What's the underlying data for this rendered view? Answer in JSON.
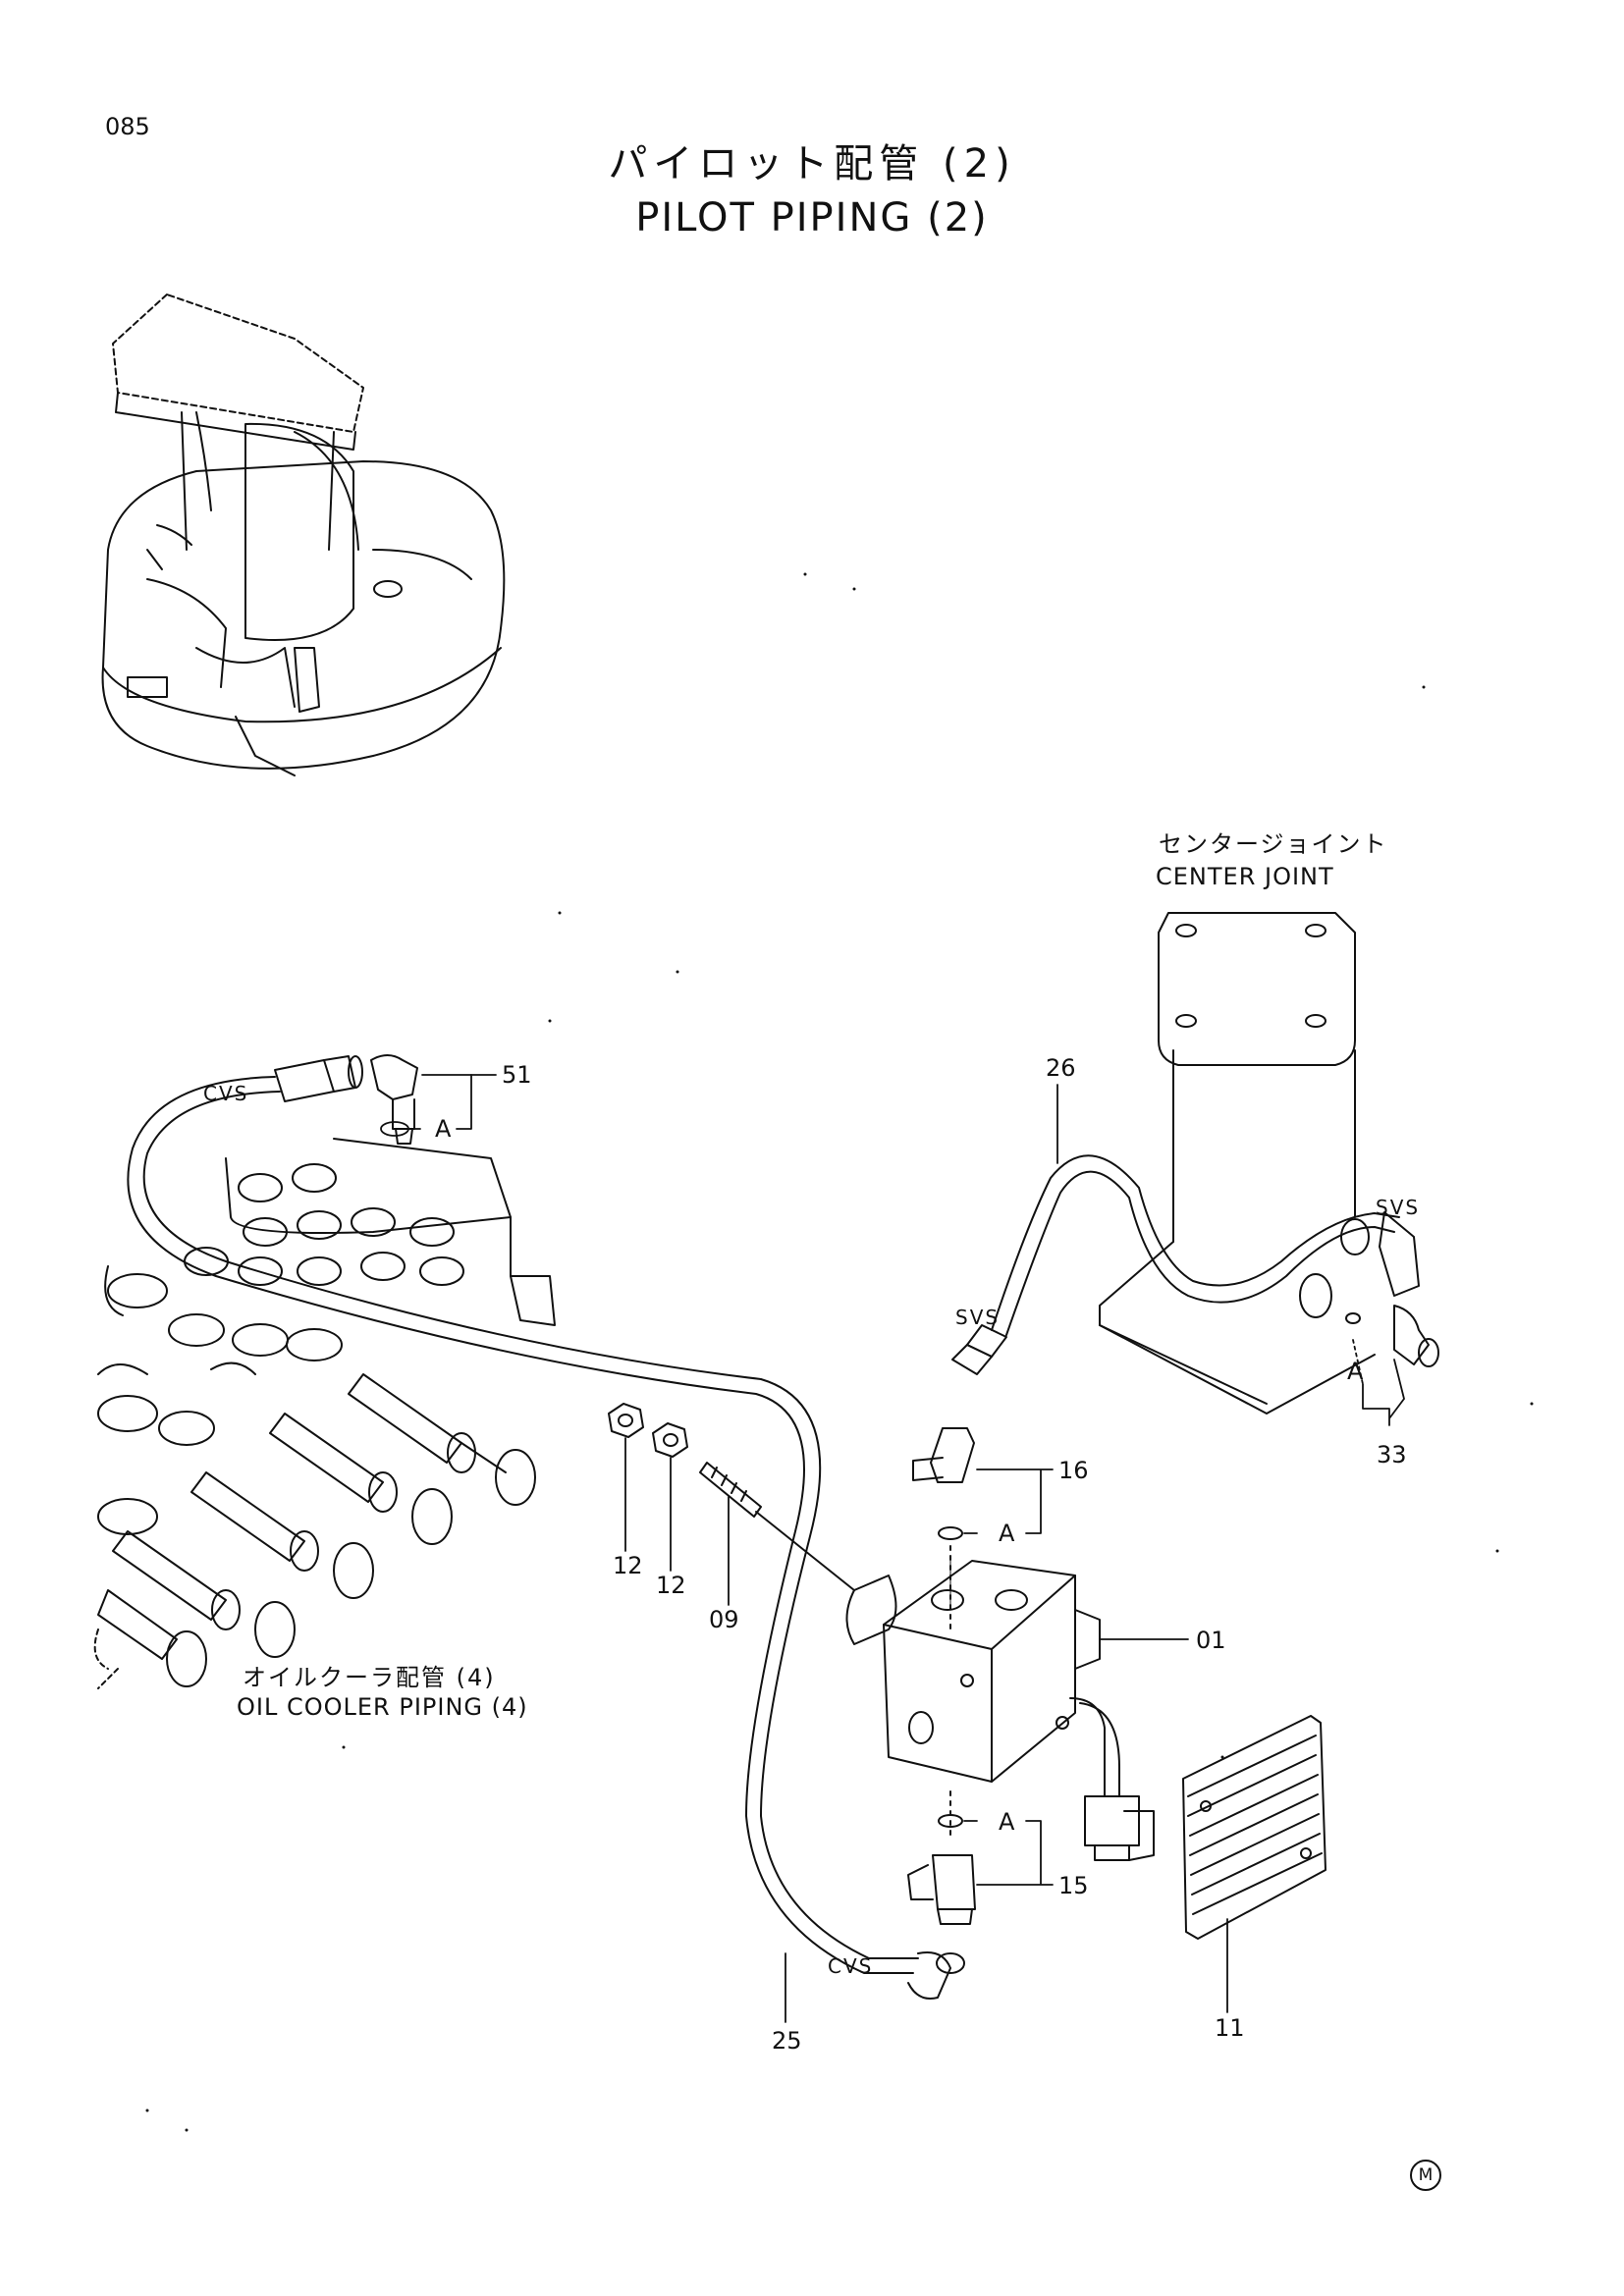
{
  "page_number": "085",
  "title": {
    "japanese": "パイロット配管 (2)",
    "english": "PILOT PIPING (2)"
  },
  "references": {
    "center_joint": {
      "japanese": "センタージョイント",
      "english": "CENTER JOINT"
    },
    "oil_cooler": {
      "japanese": "オイルクーラ配管 (4)",
      "english": "OIL COOLER PIPING (4)"
    }
  },
  "part_labels": [
    "51",
    "26",
    "16",
    "33",
    "12",
    "12",
    "09",
    "01",
    "15",
    "11",
    "25"
  ],
  "detail_tag": "A",
  "hose_tags": {
    "cvs": "CVS",
    "svs": "SVS"
  },
  "corner_mark": "M"
}
